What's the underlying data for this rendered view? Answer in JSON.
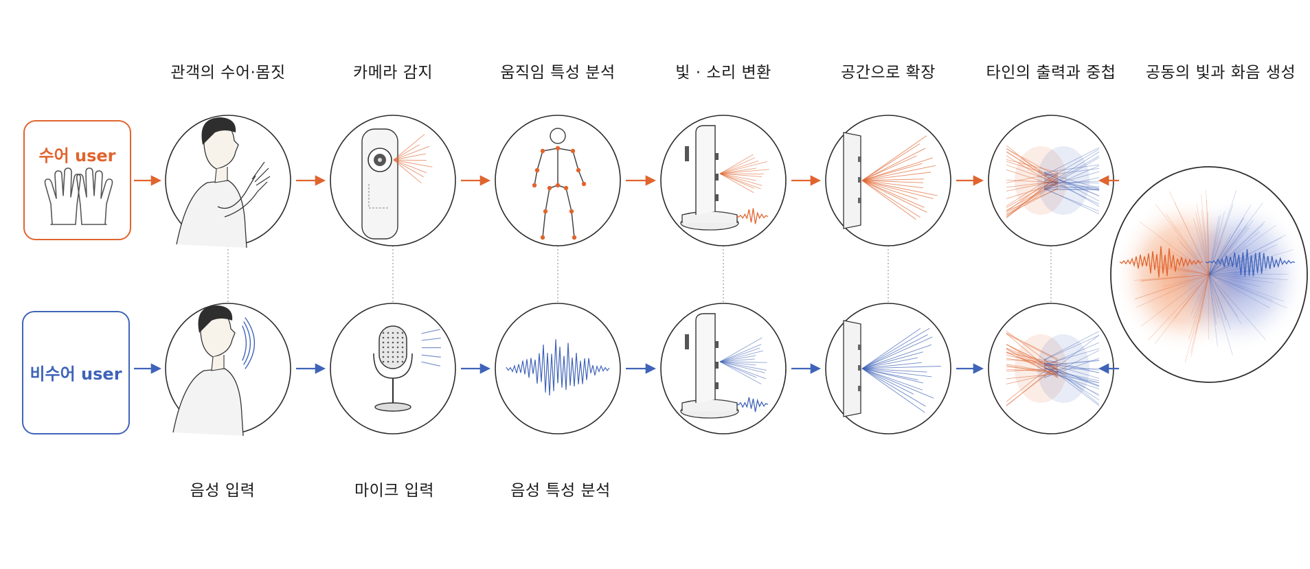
{
  "colors": {
    "sign": "#e0642e",
    "voice": "#3f63b8",
    "ink": "#2b2b2b"
  },
  "users": {
    "sign_label": "수어 user",
    "voice_label": "비수어 user"
  },
  "top_labels": [
    "관객의 수어·몸짓",
    "카메라 감지",
    "움직임 특성 분석",
    "빛 · 소리 변환",
    "공간으로 확장",
    "타인의 출력과 중첩",
    "공동의 빛과 화음 생성"
  ],
  "bottom_labels": [
    "음성 입력",
    "마이크 입력",
    "음성 특성 분석"
  ],
  "top_icons": [
    "person-signing-icon",
    "camera-sensor-icon",
    "skeleton-pose-icon",
    "light-sound-device-icon",
    "wall-light-projection-icon",
    "overlapping-light-rays-icon"
  ],
  "bottom_icons": [
    "person-speaking-icon",
    "microphone-icon",
    "sound-waveform-icon",
    "light-sound-device-icon",
    "wall-light-projection-icon",
    "overlapping-light-rays-icon"
  ],
  "final_icon": "combined-light-harmony-icon"
}
